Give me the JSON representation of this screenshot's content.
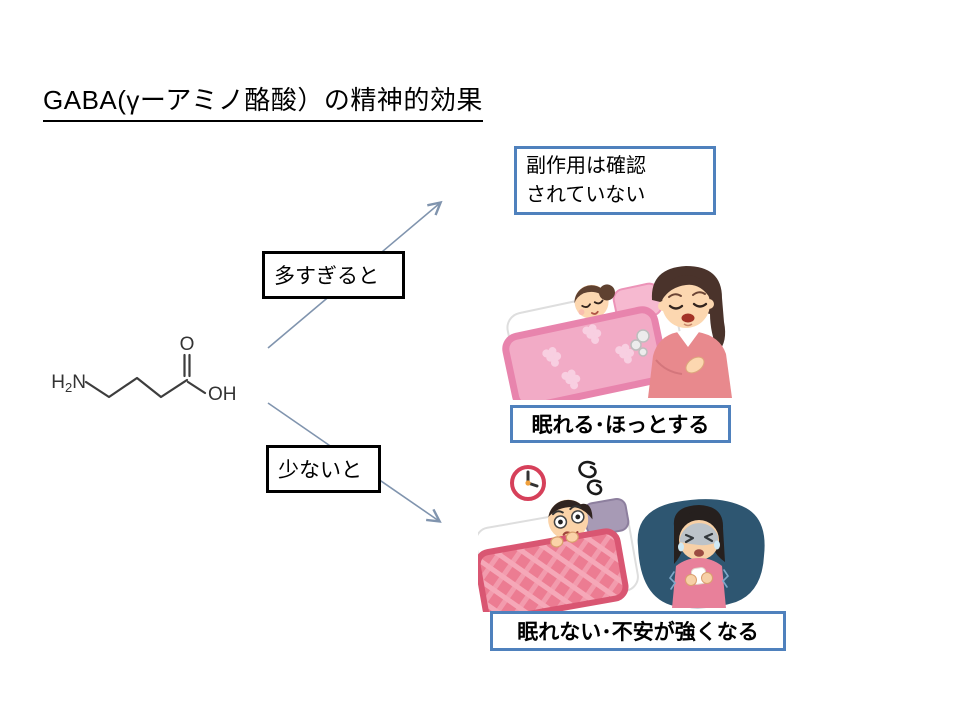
{
  "title": "GABA(γーアミノ酪酸）の精神的効果",
  "molecule": {
    "name": "GABA skeletal structure",
    "amine_h": "H",
    "amine_sub": "2",
    "amine_n": "N",
    "carbonyl_o": "O",
    "hydroxyl": "OH"
  },
  "branches": {
    "too_much_label": "多すぎると",
    "too_little_label": "少ないと"
  },
  "outcomes": {
    "side_effects_line1": "副作用は確認",
    "side_effects_line2": "されていない",
    "positive_label": "眠れる･ほっとする",
    "negative_label": "眠れない･不安が強くなる"
  },
  "illustrations": {
    "relaxed_name": "sleeping-woman-and-relieved-woman",
    "insomnia_name": "sleepless-man-and-anxious-woman"
  },
  "colors": {
    "outcome_box_border": "#4f81bd",
    "branch_box_border": "#000000",
    "arrow": "#8094ae",
    "text": "#000000"
  }
}
